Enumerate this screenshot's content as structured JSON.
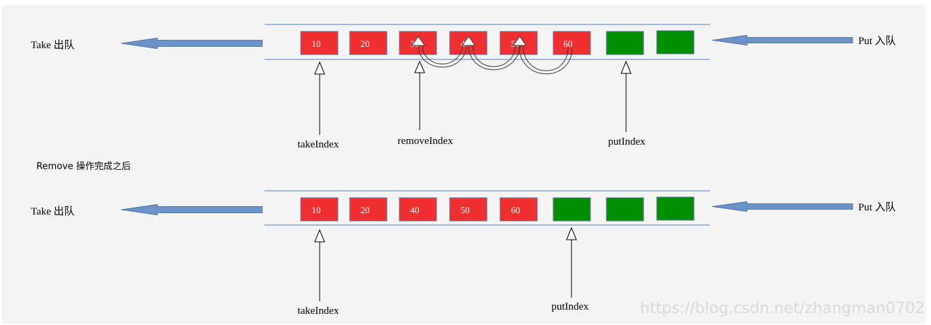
{
  "colors": {
    "background": "#f4f4f4",
    "filled_cell": "#f03030",
    "empty_cell": "#008f00",
    "cell_border": "#5a6f9a",
    "rail": "#4f7fc0",
    "arrow_fill": "#6b93c9",
    "arrow_stroke": "#3e6599"
  },
  "before": {
    "take_label": "Take  出队",
    "put_label": "Put  入队",
    "cells": [
      "10",
      "20",
      "30",
      "40",
      "50",
      "60",
      "",
      ""
    ],
    "take_index_label": "takeIndex",
    "remove_index_label": "removeIndex",
    "put_index_label": "putIndex"
  },
  "caption": "Remove  操作完成之后",
  "after": {
    "take_label": "Take  出队",
    "put_label": "Put  入队",
    "cells": [
      "10",
      "20",
      "40",
      "50",
      "60",
      "",
      "",
      ""
    ],
    "take_index_label": "takeIndex",
    "put_index_label": "putIndex"
  },
  "watermark": "https://blog.csdn.net/zhangman0702"
}
